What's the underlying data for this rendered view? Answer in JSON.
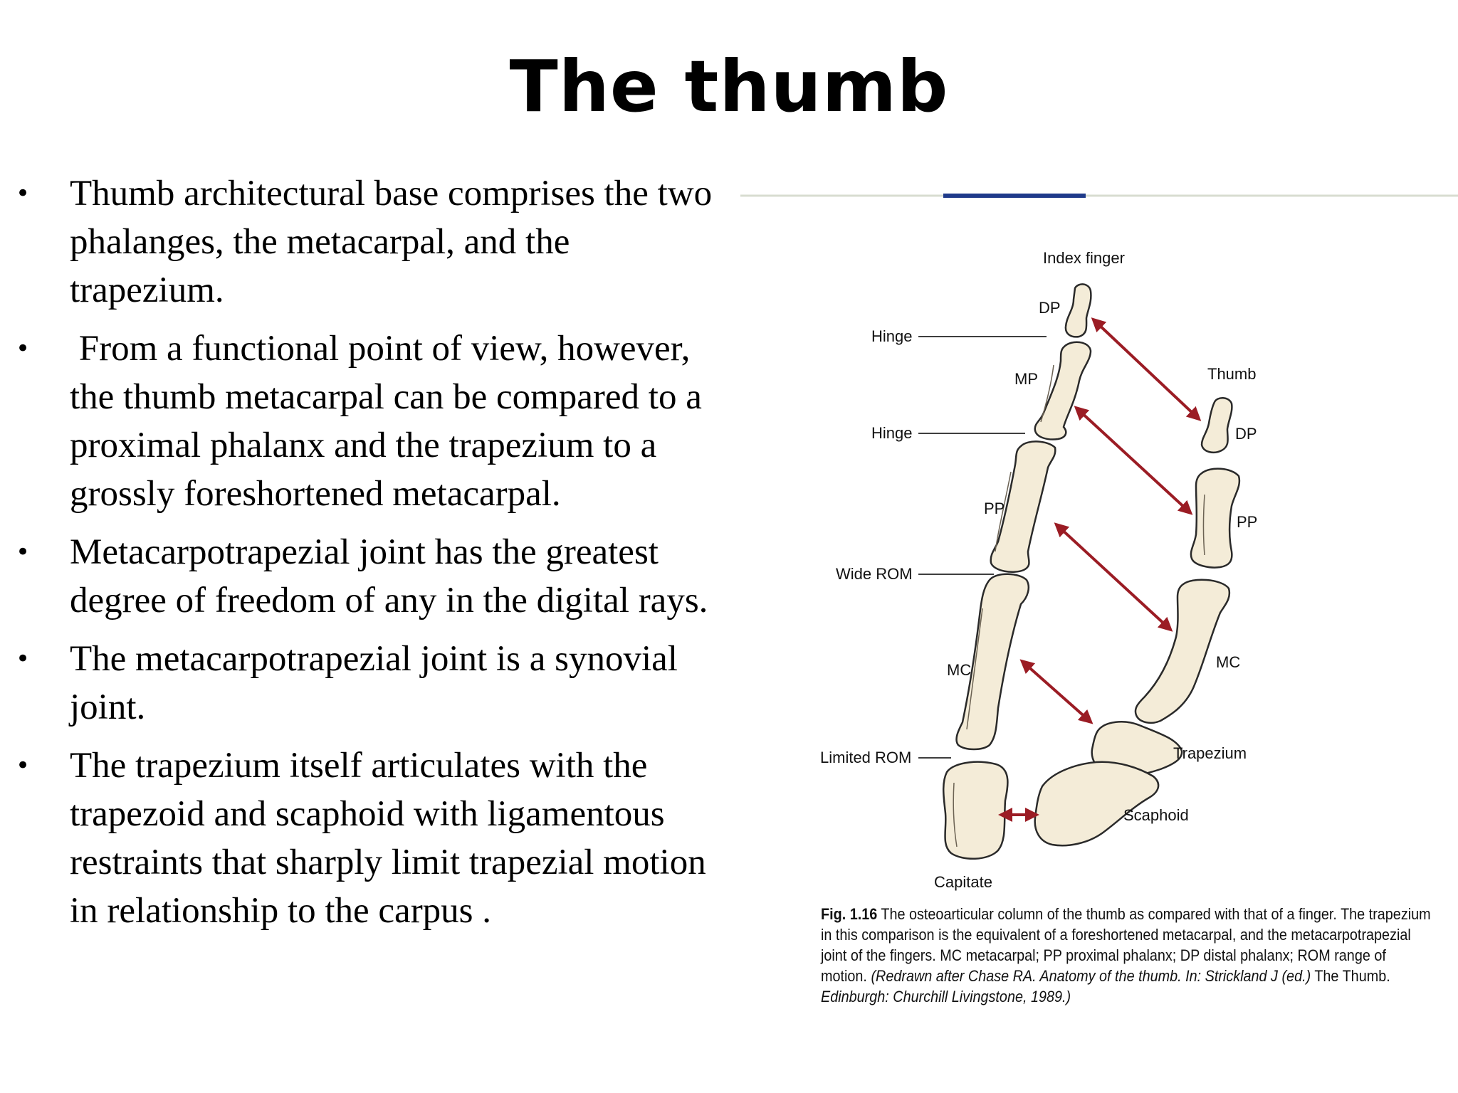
{
  "title": "The thumb",
  "bullets": [
    "Thumb architectural base comprises the two phalanges, the metacarpal, and the trapezium.",
    " From a functional point of view, however, the thumb metacarpal can be compared to a proximal phalanx and the trapezium to a grossly foreshortened metacarpal.",
    "Metacarpotrapezial joint has the greatest degree of freedom of any in the digital rays.",
    "The metacarpotrapezial joint is a synovial joint.",
    "The trapezium itself articulates with the trapezoid and scaphoid with ligamentous restraints that sharply limit trapezial motion in relationship to the carpus ."
  ],
  "bullet_symbol": "•",
  "figure": {
    "labels": {
      "index_finger": "Index finger",
      "thumb": "Thumb",
      "dp_finger": "DP",
      "mp_finger": "MP",
      "pp_finger": "PP",
      "mc_finger": "MC",
      "dp_thumb": "DP",
      "pp_thumb": "PP",
      "mc_thumb": "MC",
      "hinge_1": "Hinge",
      "hinge_2": "Hinge",
      "wide_rom": "Wide ROM",
      "limited_rom": "Limited ROM",
      "trapezium": "Trapezium",
      "scaphoid": "Scaphoid",
      "capitate": "Capitate"
    },
    "caption": {
      "fig_number": "Fig. 1.16",
      "text": " The osteoarticular column of the thumb as compared with that of a finger. The trapezium in this comparison is the equivalent of a foreshortened metacarpal, and the metacarpotrapezial joint of the fingers. MC metacarpal; PP proximal phalanx; DP distal phalanx; ROM range of motion. ",
      "italic_1": "(Redrawn after Chase RA. Anatomy of the thumb. In: Strickland J (ed.)",
      "plain_2": " The Thumb. ",
      "italic_2": "Edinburgh: Churchill Livingstone, 1989.)"
    },
    "colors": {
      "bone_fill": "#f4ecd8",
      "bone_stroke": "#2a2a2a",
      "arrow": "#9b1c24",
      "accent_line": "#1f3a8a"
    }
  }
}
